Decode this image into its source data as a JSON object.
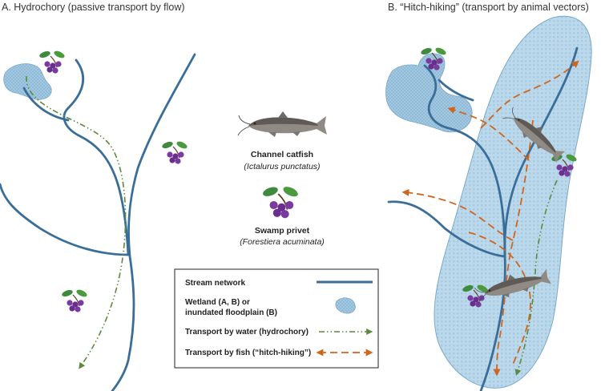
{
  "panel_a": {
    "title": "A. Hydrochory (passive transport by flow)"
  },
  "panel_b": {
    "title": "B. “Hitch-hiking” (transport by animal vectors)"
  },
  "species": {
    "fish": {
      "name": "Channel catfish",
      "scientific": "(Ictalurus punctatus)"
    },
    "plant": {
      "name": "Swamp privet",
      "scientific": "(Forestiera acuminata)"
    }
  },
  "legend": {
    "stream": "Stream network",
    "wetland_line1": "Wetland (A, B) or",
    "wetland_line2": "inundated floodplain (B)",
    "water": "Transport by water (hydrochory)",
    "fish": "Transport by fish  (“hitch-hiking”)"
  },
  "colors": {
    "stream": "#3a6e99",
    "wetland": "#a9cde3",
    "water_arrow": "#5a8a3a",
    "fish_arrow": "#d0651e",
    "berry": "#7b3aa0",
    "leaf": "#3e8a3e"
  }
}
